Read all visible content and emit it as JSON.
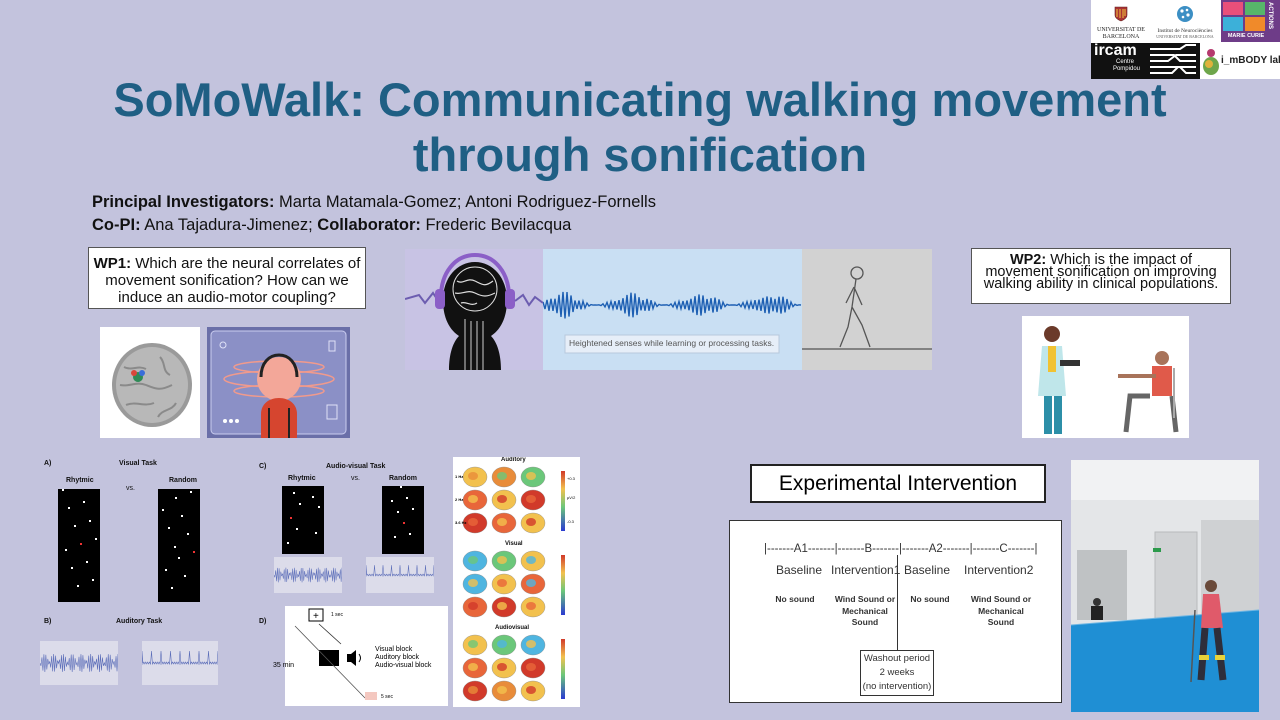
{
  "logos": {
    "ub": "UNIVERSITAT DE BARCELONA",
    "in": "Institut de Neurociències",
    "in_sub": "UNIVERSITAT DE BARCELONA",
    "mca": "MARIE CURIE",
    "mca_side": "ACTIONS",
    "ircam": "ircam",
    "ircam_sub1": "Centre",
    "ircam_sub2": "Pompidou",
    "imbody": "i_mBODY lab"
  },
  "title_line1": "SoMoWalk: Communicating walking movement",
  "title_line2": "through sonification",
  "credits": {
    "pi_label": "Principal Investigators:",
    "pi_names": " Marta Matamala-Gomez; Antoni Rodriguez-Fornells",
    "copi_label": "Co-PI:",
    "copi_names": " Ana Tajadura-Jimenez; ",
    "collab_label": "Collaborator:",
    "collab_names": " Frederic Bevilacqua"
  },
  "wp1": {
    "label": "WP1:",
    "text": " Which are the neural correlates of movement sonification? How can we induce an audio-motor coupling?"
  },
  "wp2": {
    "label": "WP2:",
    "text": " Which is  the impact of movement sonification on improving walking ability in clinical populations."
  },
  "banner_caption": "Heightened senses while learning or processing tasks.",
  "tasks": {
    "a_label": "A)",
    "a_title": "Visual Task",
    "rhytmic": "Rhytmic",
    "vs": "vs.",
    "random": "Random",
    "b_label": "B)",
    "b_title": "Auditory Task",
    "c_label": "C)",
    "c_title": "Audio-visual Task",
    "d_label": "D)",
    "d_time1": "1 sec",
    "d_time2": "5 sec",
    "d_duration": "35 min",
    "d_block1": "Visual block",
    "d_block2": "Auditory block",
    "d_block3": "Audio-visual block"
  },
  "topo": {
    "auditory": "Auditory",
    "visual": "Visual",
    "audiovisual": "Audiovisual",
    "row1": "1 Hz",
    "row2": "2 Hz",
    "row3": "3.6 Hz",
    "scale_max": "+0.3",
    "scale_mid": "µV/2",
    "scale_min": "-0.3"
  },
  "experimental": {
    "heading": "Experimental Intervention",
    "timeline": "|-------A1-------|-------B-------|-------A2-------|-------C-------|",
    "phase_names": [
      "Baseline",
      "Intervention1",
      "Baseline",
      "Intervention2"
    ],
    "phase_desc1": [
      "No sound",
      "Wind Sound or",
      "No sound",
      "Wind Sound or"
    ],
    "phase_desc2": [
      "",
      "Mechanical",
      "",
      "Mechanical"
    ],
    "phase_desc3": [
      "",
      "Sound",
      "",
      "Sound"
    ],
    "washout1": "Washout period",
    "washout2": "2 weeks",
    "washout3": "(no intervention)"
  },
  "colors": {
    "background": "#c3c3dd",
    "title": "#1f5f84"
  }
}
